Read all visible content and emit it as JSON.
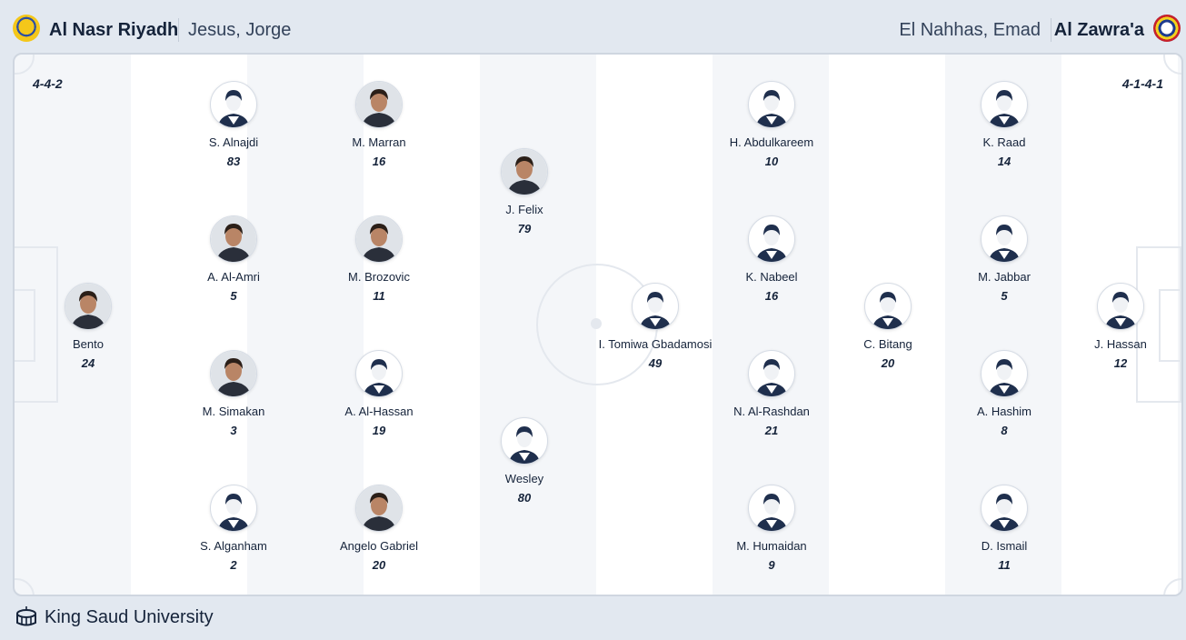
{
  "home": {
    "name": "Al Nasr Riyadh",
    "coach": "Jesus, Jorge",
    "formation": "4-4-2",
    "players": [
      {
        "name": "Bento",
        "number": "24",
        "photo": "photo"
      },
      {
        "name": "S. Alnajdi",
        "number": "83",
        "photo": "silhouette"
      },
      {
        "name": "A. Al-Amri",
        "number": "5",
        "photo": "photo"
      },
      {
        "name": "M. Simakan",
        "number": "3",
        "photo": "photo"
      },
      {
        "name": "S. Alganham",
        "number": "2",
        "photo": "silhouette"
      },
      {
        "name": "M. Marran",
        "number": "16",
        "photo": "photo"
      },
      {
        "name": "M. Brozovic",
        "number": "11",
        "photo": "photo"
      },
      {
        "name": "A. Al-Hassan",
        "number": "19",
        "photo": "silhouette"
      },
      {
        "name": "Angelo Gabriel",
        "number": "20",
        "photo": "photo"
      },
      {
        "name": "J. Felix",
        "number": "79",
        "photo": "photo"
      },
      {
        "name": "Wesley",
        "number": "80",
        "photo": "silhouette"
      }
    ]
  },
  "away": {
    "name": "Al Zawra'a",
    "coach": "El Nahhas, Emad",
    "formation": "4-1-4-1",
    "players": [
      {
        "name": "I. Tomiwa Gbadamosi",
        "number": "49",
        "photo": "silhouette"
      },
      {
        "name": "H. Abdulkareem",
        "number": "10",
        "photo": "silhouette"
      },
      {
        "name": "K. Nabeel",
        "number": "16",
        "photo": "silhouette"
      },
      {
        "name": "N. Al-Rashdan",
        "number": "21",
        "photo": "silhouette"
      },
      {
        "name": "M. Humaidan",
        "number": "9",
        "photo": "silhouette"
      },
      {
        "name": "C. Bitang",
        "number": "20",
        "photo": "silhouette"
      },
      {
        "name": "K. Raad",
        "number": "14",
        "photo": "silhouette"
      },
      {
        "name": "M. Jabbar",
        "number": "5",
        "photo": "silhouette"
      },
      {
        "name": "A. Hashim",
        "number": "8",
        "photo": "silhouette"
      },
      {
        "name": "D. Ismail",
        "number": "11",
        "photo": "silhouette"
      },
      {
        "name": "J. Hassan",
        "number": "12",
        "photo": "silhouette"
      }
    ]
  },
  "venue": {
    "name": "King Saud University",
    "icon": "stadium-icon"
  },
  "colors": {
    "background": "#e2e8f0",
    "pitch_light": "#f4f6f9",
    "pitch_stripe": "#ffffff",
    "text": "#15233a",
    "silhouette": "#1f2f4d"
  }
}
